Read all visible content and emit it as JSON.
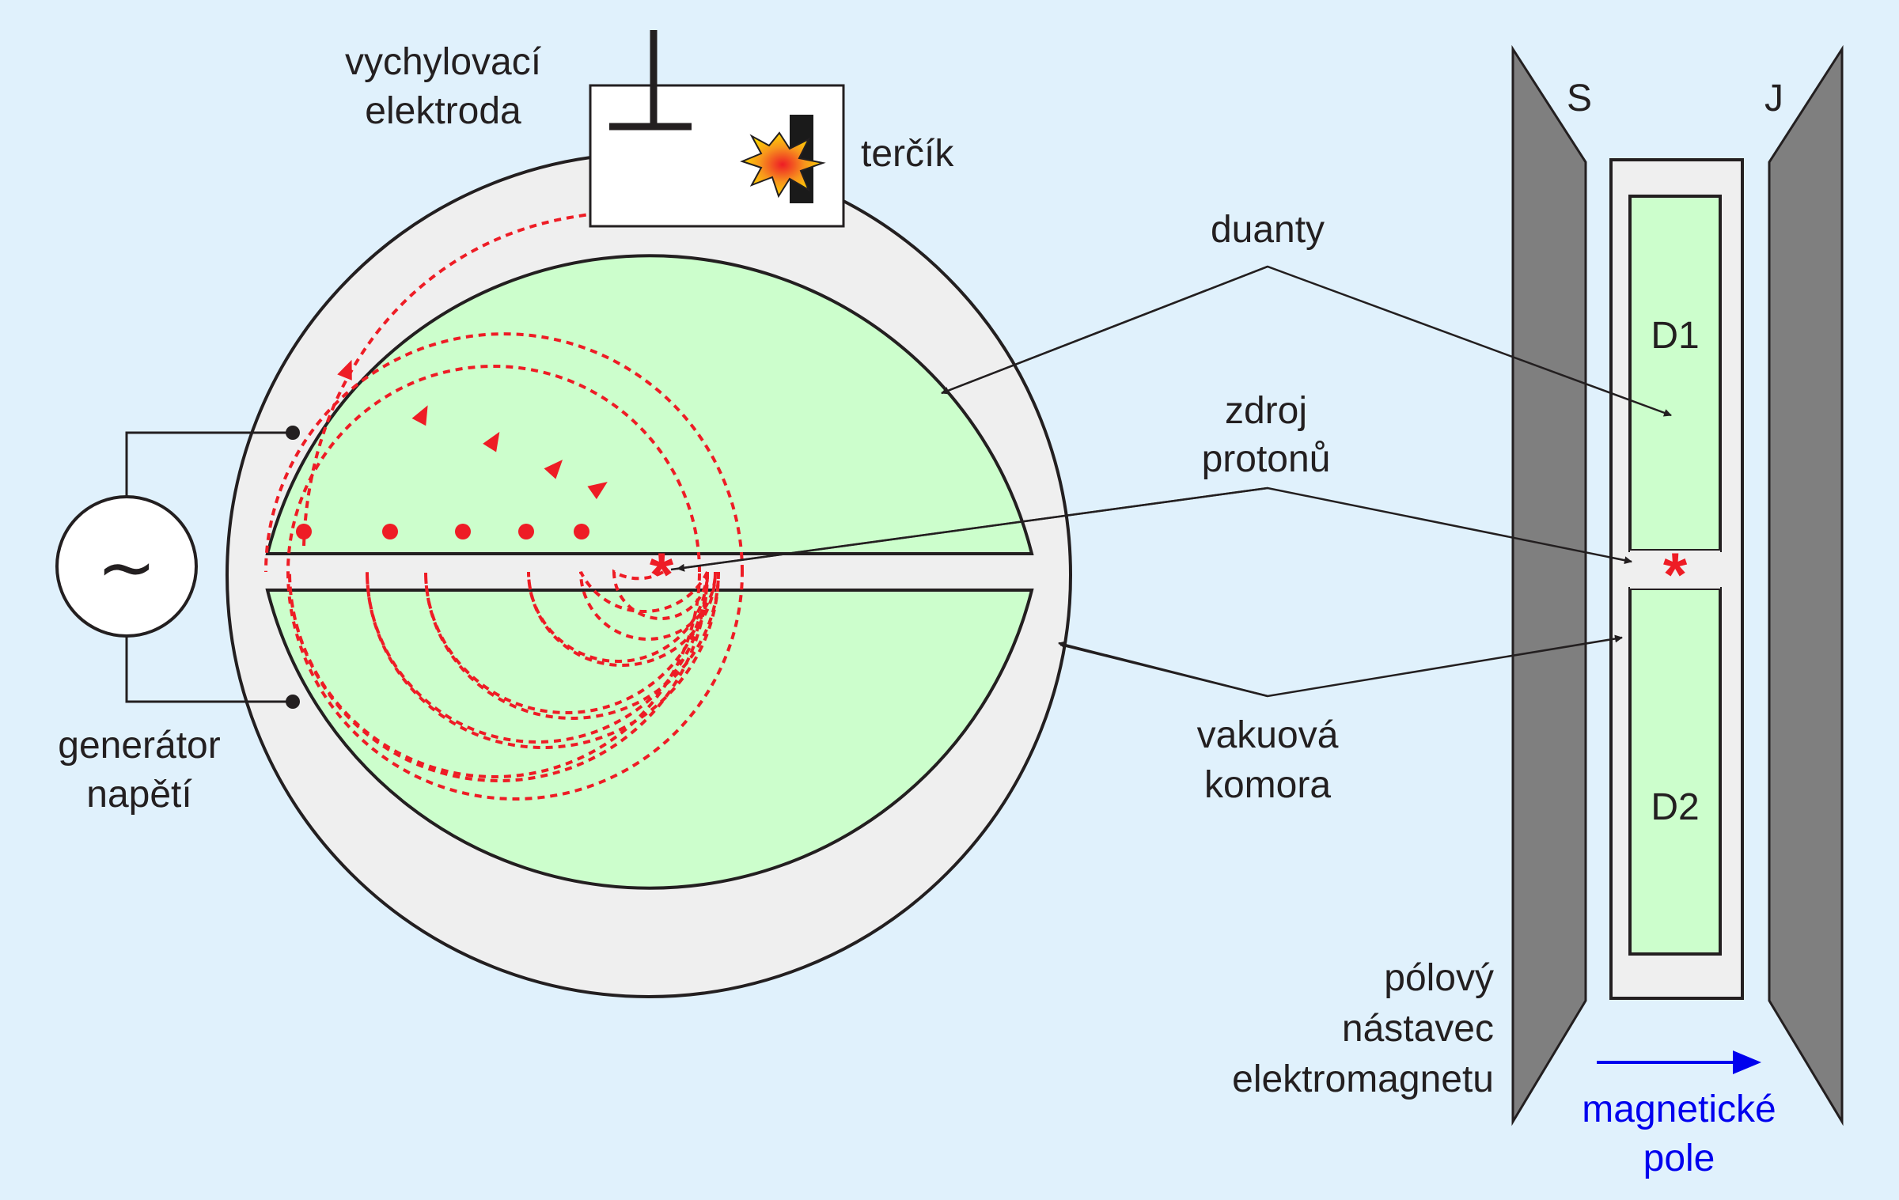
{
  "labels": {
    "deflector_line1": "vychylovací",
    "deflector_line2": "elektroda",
    "target": "terčík",
    "dees": "duanty",
    "proton_source_line1": "zdroj",
    "proton_source_line2": "protonů",
    "vacuum_chamber_line1": "vakuová",
    "vacuum_chamber_line2": "komora",
    "generator_line1": "generátor",
    "generator_line2": "napětí",
    "pole_piece_line1": "pólový",
    "pole_piece_line2": "nástavec",
    "pole_piece_line3": "elektromagnetu",
    "pole_south": "S",
    "pole_north": "J",
    "dee_top": "D1",
    "dee_bottom": "D2",
    "magnetic_field_line1": "magnetické",
    "magnetic_field_line2": "pole",
    "ac_symbol": "~",
    "source_symbol": "*"
  },
  "colors": {
    "background": "#e0f1fc",
    "dee_fill": "#ccfecc",
    "chamber_fill": "#efefef",
    "trajectory": "#ee1c25",
    "pole_fill": "#7f7f7f",
    "field_arrow": "#0000ee",
    "outline": "#231f20"
  }
}
